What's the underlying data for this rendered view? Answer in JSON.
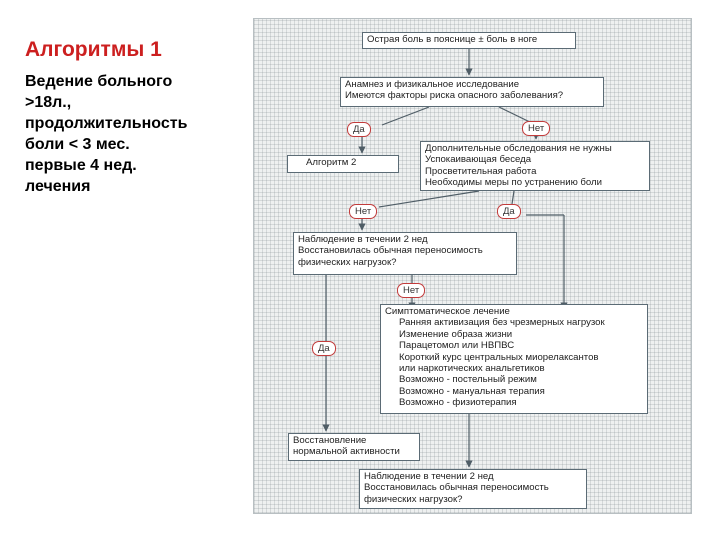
{
  "left": {
    "title": "Алгоритмы 1",
    "lines": [
      "Ведение больного",
      ">18л.,",
      "продолжительность",
      "боли < 3 мес.",
      "первые 4 нед.",
      "лечения"
    ]
  },
  "diagram": {
    "box1": [
      "Острая боль в пояснице ± боль в ноге"
    ],
    "box2": [
      "Анамнез и физикальное исследование",
      "Имеются факторы риска опасного заболевания?"
    ],
    "box3": [
      "Дополнительные обследования не нужны",
      "Успокаивающая беседа",
      "Просветительная работа",
      "Необходимы меры по устранению боли"
    ],
    "box4": [
      "Алгоритм 2"
    ],
    "box5": [
      "Наблюдение в течении 2 нед",
      "Восстановилась обычная переносимость",
      "физических нагрузок?"
    ],
    "box6": [
      "Симптоматическое лечение",
      "Ранняя активизация без чрезмерных нагрузок",
      "Изменение образа жизни",
      "Парацетомол или НВПВС",
      "Короткий курс центральных миорелаксантов",
      "или наркотических анальгетиков",
      "Возможно - постельный режим",
      "Возможно - мануальная терапия",
      "Возможно - физиотерапия"
    ],
    "box7": [
      "Восстановление",
      "нормальной активности"
    ],
    "box8": [
      "Наблюдение в течении 2 нед",
      "Восстановилась обычная переносимость",
      "физических нагрузок?"
    ],
    "badges": {
      "yes1": "Да",
      "no1": "Нет",
      "no2": "Нет",
      "yes2": "Да",
      "no3": "Нет",
      "yes3": "Да"
    }
  }
}
